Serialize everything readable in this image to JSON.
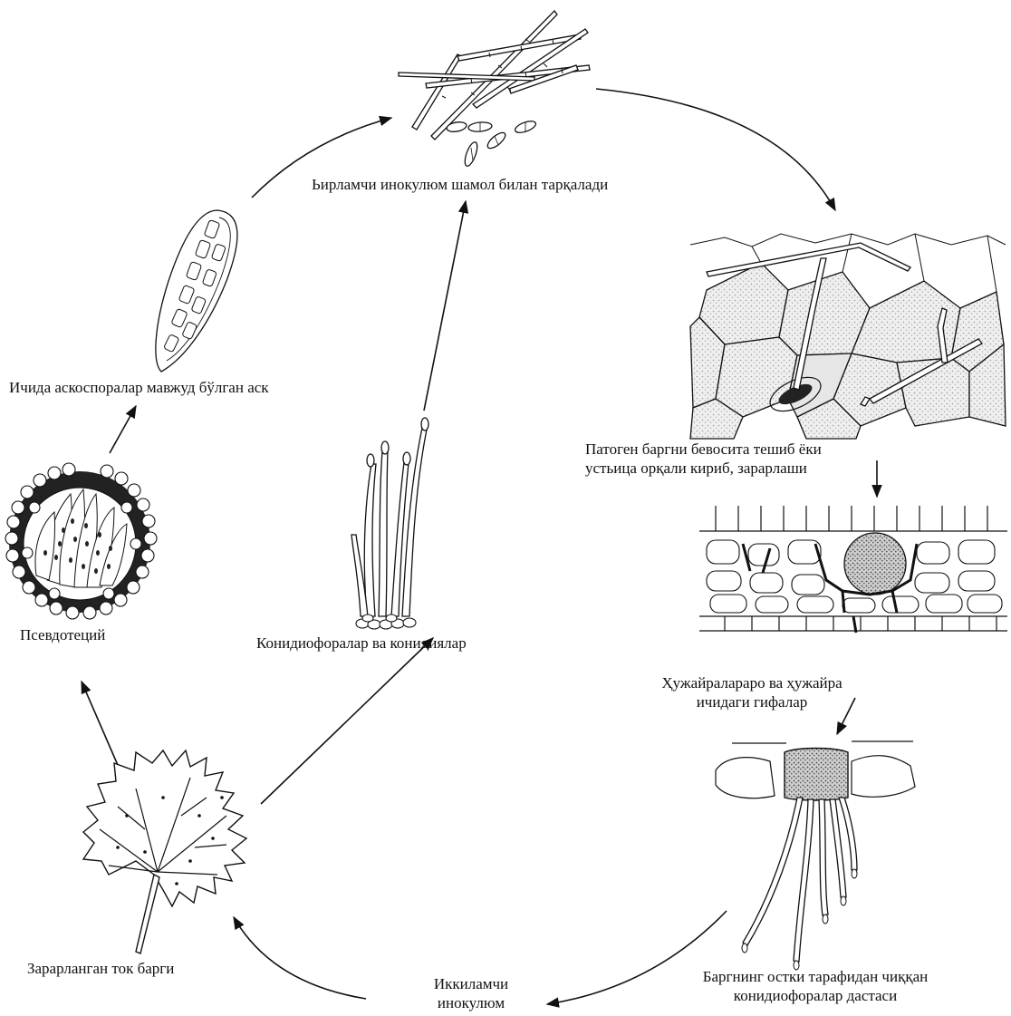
{
  "title": "",
  "labels": {
    "primary_inoculum": "Ьирламчи инокулюм шамол билан тарқалади",
    "ascus": "Ичида аскоспоралар мавжуд бўлган аск",
    "pseudothecium": "Псевдотеций",
    "conidiophores": "Конидиофоралар ва конидиялар",
    "infected_leaf": "Зарарланган ток барги",
    "secondary_line1": "Иккиламчи",
    "secondary_line2": "инокулюм",
    "penetration_line1": "Патоген баргни бевосита тешиб ёки",
    "penetration_line2": "устьица орқали кириб, зарарлаши",
    "hyphae_line1": "Ҳужайралараро ва ҳужайра",
    "hyphae_line2": "ичидаги гифалар",
    "bundle_line1": "Баргнинг остки тарафидан чиққан",
    "bundle_line2": "конидиофоралар дастаси"
  },
  "colors": {
    "ink": "#111111",
    "stipple": "#b8b8b8",
    "cell_fill": "#e6e6e6"
  }
}
